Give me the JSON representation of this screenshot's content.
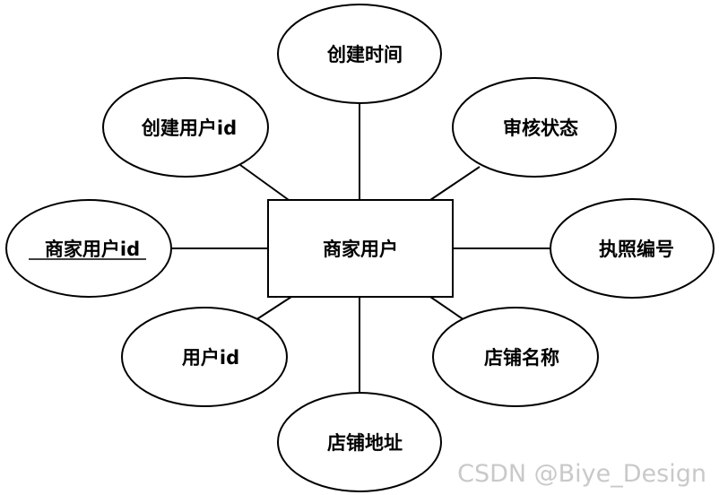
{
  "entity": {
    "label": "商家用户"
  },
  "attributes": {
    "top": {
      "label": "创建时间"
    },
    "top_left": {
      "label": "创建用户id"
    },
    "top_right": {
      "label": "审核状态"
    },
    "left": {
      "label": "商家用户id",
      "primary_key": true
    },
    "right": {
      "label": "执照编号"
    },
    "bottom_left": {
      "label": "用户id"
    },
    "bottom_right": {
      "label": "店铺名称"
    },
    "bottom": {
      "label": "店铺地址"
    }
  },
  "watermark": "CSDN @Biye_Design",
  "colors": {
    "stroke": "#000000",
    "background": "#ffffff",
    "watermark": "#c9c9c9"
  }
}
